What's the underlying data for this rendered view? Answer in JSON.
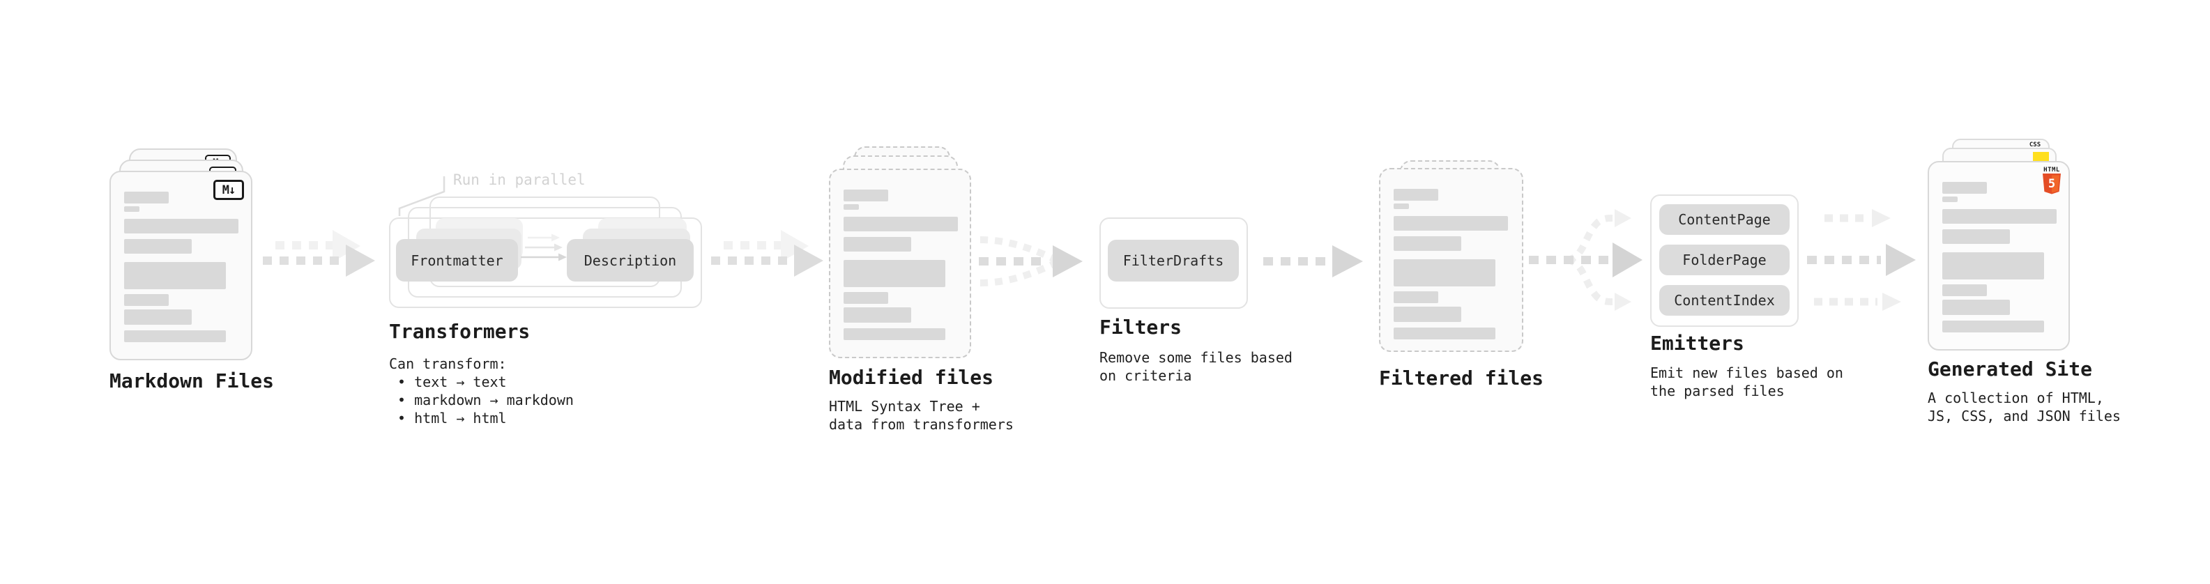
{
  "diagram": {
    "markdown": {
      "title": "Markdown Files",
      "badge": "M↓"
    },
    "transformers": {
      "title": "Transformers",
      "note": "Run in parallel",
      "pill_left": "Frontmatter",
      "pill_right": "Description",
      "desc_heading": "Can transform:",
      "bullets": [
        " • text → text",
        " • markdown → markdown",
        " • html → html"
      ]
    },
    "modified": {
      "title": "Modified files",
      "desc": "HTML Syntax Tree +\ndata from transformers"
    },
    "filters": {
      "title": "Filters",
      "pill": "FilterDrafts",
      "desc": "Remove some files based\non criteria"
    },
    "filtered": {
      "title": "Filtered files"
    },
    "emitters": {
      "title": "Emitters",
      "pills": [
        "ContentPage",
        "FolderPage",
        "ContentIndex"
      ],
      "desc": "Emit new files based on\nthe parsed files"
    },
    "generated": {
      "title": "Generated Site",
      "desc": "A collection of HTML,\nJS, CSS, and JSON files",
      "css_badge": "CSS",
      "html_badge_label": "HTML",
      "html_badge_number": "5"
    },
    "colors": {
      "html5_orange": "#e44d26",
      "html5_orange_light": "#f16529",
      "js_yellow": "#ffdf1e",
      "css_blue": "#2668f5",
      "bar_gray": "#d9d9d9",
      "pill_gray": "#dcdcdc",
      "arrow_gray": "#dcdcdc",
      "arrow_ghost": "#f0f0f0"
    }
  }
}
